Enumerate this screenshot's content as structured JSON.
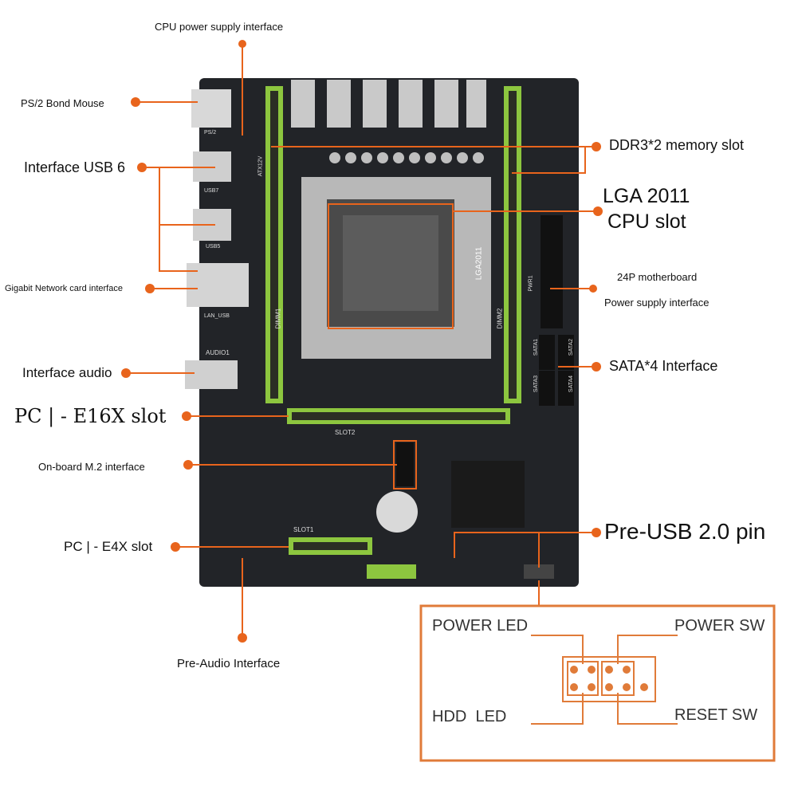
{
  "labels": {
    "cpu_power": "CPU power supply interface",
    "ps2_mouse": "PS/2 Bond Mouse",
    "usb6": "Interface USB 6",
    "gigabit": "Gigabit Network card interface",
    "audio": "Interface audio",
    "pcie16": "PC | - E16X slot",
    "m2": "On-board M.2 interface",
    "pcie4": "PC | - E4X slot",
    "pre_audio": "Pre-Audio Interface",
    "ddr3": "DDR3*2 memory slot",
    "lga_line1": "LGA 2011",
    "lga_line2": "CPU slot",
    "p24_line1": "24P motherboard",
    "p24_line2": "Power supply interface",
    "sata": "SATA*4 Interface",
    "pre_usb": "Pre-USB 2.0 pin"
  },
  "board_text": {
    "dimm1": "DIMM1",
    "dimm2": "DIMM2",
    "lga2011": "LGA2011",
    "slot2": "SLOT2",
    "slot1": "SLOT1",
    "audio1": "AUDIO1",
    "usb7": "USB7",
    "usb5": "USB5",
    "lan_usb": "LAN_USB",
    "ps2": "PS/2",
    "atx12v": "ATX12V",
    "pwr1": "PWR1",
    "sata1": "SATA1",
    "sata2": "SATA2",
    "sata3": "SATA3",
    "sata4": "SATA4"
  },
  "pinout": {
    "power_led": "POWER LED",
    "power_sw": "POWER SW",
    "hdd_led": "HDD  LED",
    "reset_sw": "RESET SW"
  },
  "colors": {
    "callout": "#e8641c",
    "board": "#222428",
    "slot_green": "#8dc63f",
    "pin_box": "#e07b39"
  }
}
